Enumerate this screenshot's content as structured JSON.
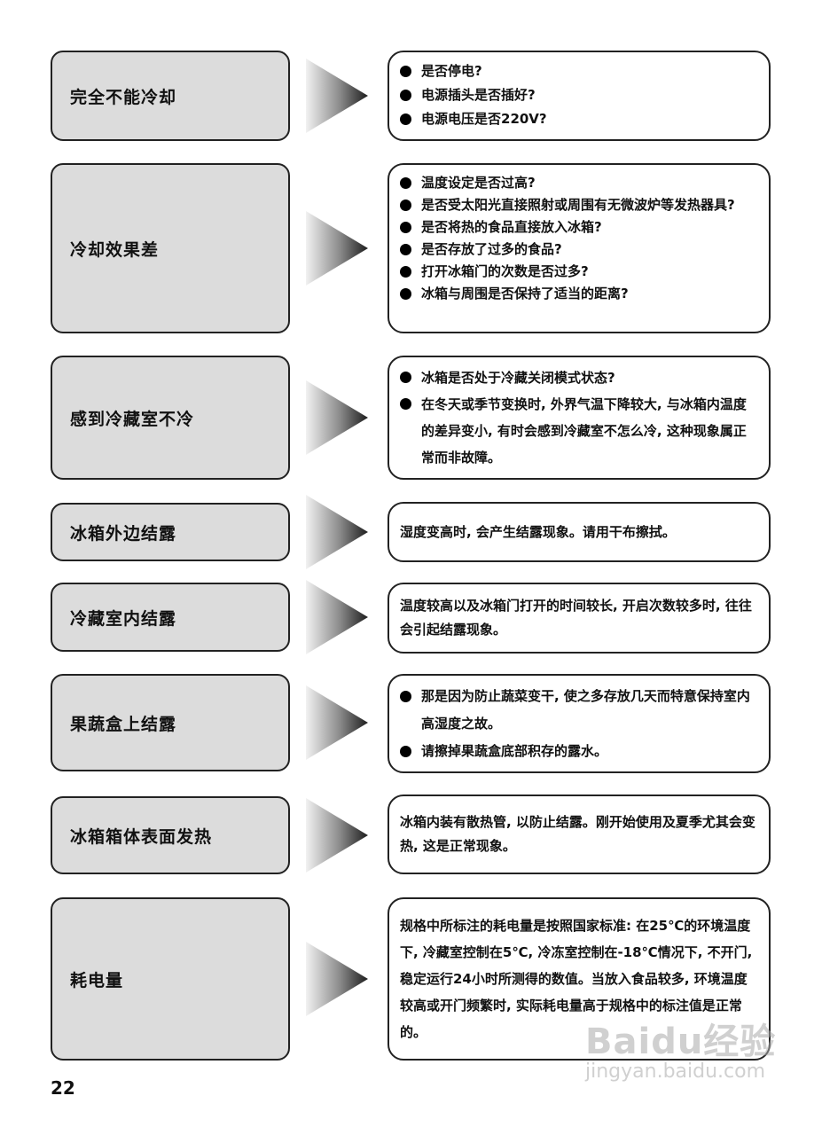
{
  "rows": [
    {
      "problem": "完全不能冷却",
      "type": "bullets",
      "items": [
        "是否停电?",
        "电源插头是否插好?",
        "电源电压是否220V?"
      ]
    },
    {
      "problem": "冷却效果差",
      "type": "bullets",
      "items": [
        "温度设定是否过高?",
        "是否受太阳光直接照射或周围有无微波炉等发热器具?",
        "是否将热的食品直接放入冰箱?",
        "是否存放了过多的食品?",
        "打开冰箱门的次数是否过多?",
        "冰箱与周围是否保持了适当的距离?"
      ]
    },
    {
      "problem": "感到冷藏室不冷",
      "type": "bullets",
      "items": [
        "冰箱是否处于冷藏关闭模式状态?",
        "在冬天或季节变换时, 外界气温下降较大, 与冰箱内温度的差异变小, 有时会感到冷藏室不怎么冷, 这种现象属正常而非故障。"
      ]
    },
    {
      "problem": "冰箱外边结露",
      "type": "text",
      "text": "湿度变高时, 会产生结露现象。请用干布擦拭。"
    },
    {
      "problem": "冷藏室内结露",
      "type": "text",
      "text": "温度较高以及冰箱门打开的时间较长, 开启次数较多时, 往往会引起结露现象。"
    },
    {
      "problem": "果蔬盒上结露",
      "type": "bullets",
      "items": [
        "那是因为防止蔬菜变干, 使之多存放几天而特意保持室内高湿度之故。",
        "请擦掉果蔬盒底部积存的露水。"
      ]
    },
    {
      "problem": "冰箱箱体表面发热",
      "type": "text",
      "text": "冰箱内装有散热管, 以防止结露。刚开始使用及夏季尤其会变热, 这是正常现象。"
    },
    {
      "problem": "耗电量",
      "type": "text",
      "text": "规格中所标注的耗电量是按照国家标准: 在25℃的环境温度下, 冷藏室控制在5℃, 冷冻室控制在-18℃情况下, 不开门, 稳定运行24小时所测得的数值。当放入食品较多, 环境温度较高或开门频繁时, 实际耗电量高于规格中的标注值是正常的。"
    }
  ],
  "page_number": "22",
  "watermark": {
    "logo": "Baidu经验",
    "url": "jingyan.baidu.com"
  }
}
